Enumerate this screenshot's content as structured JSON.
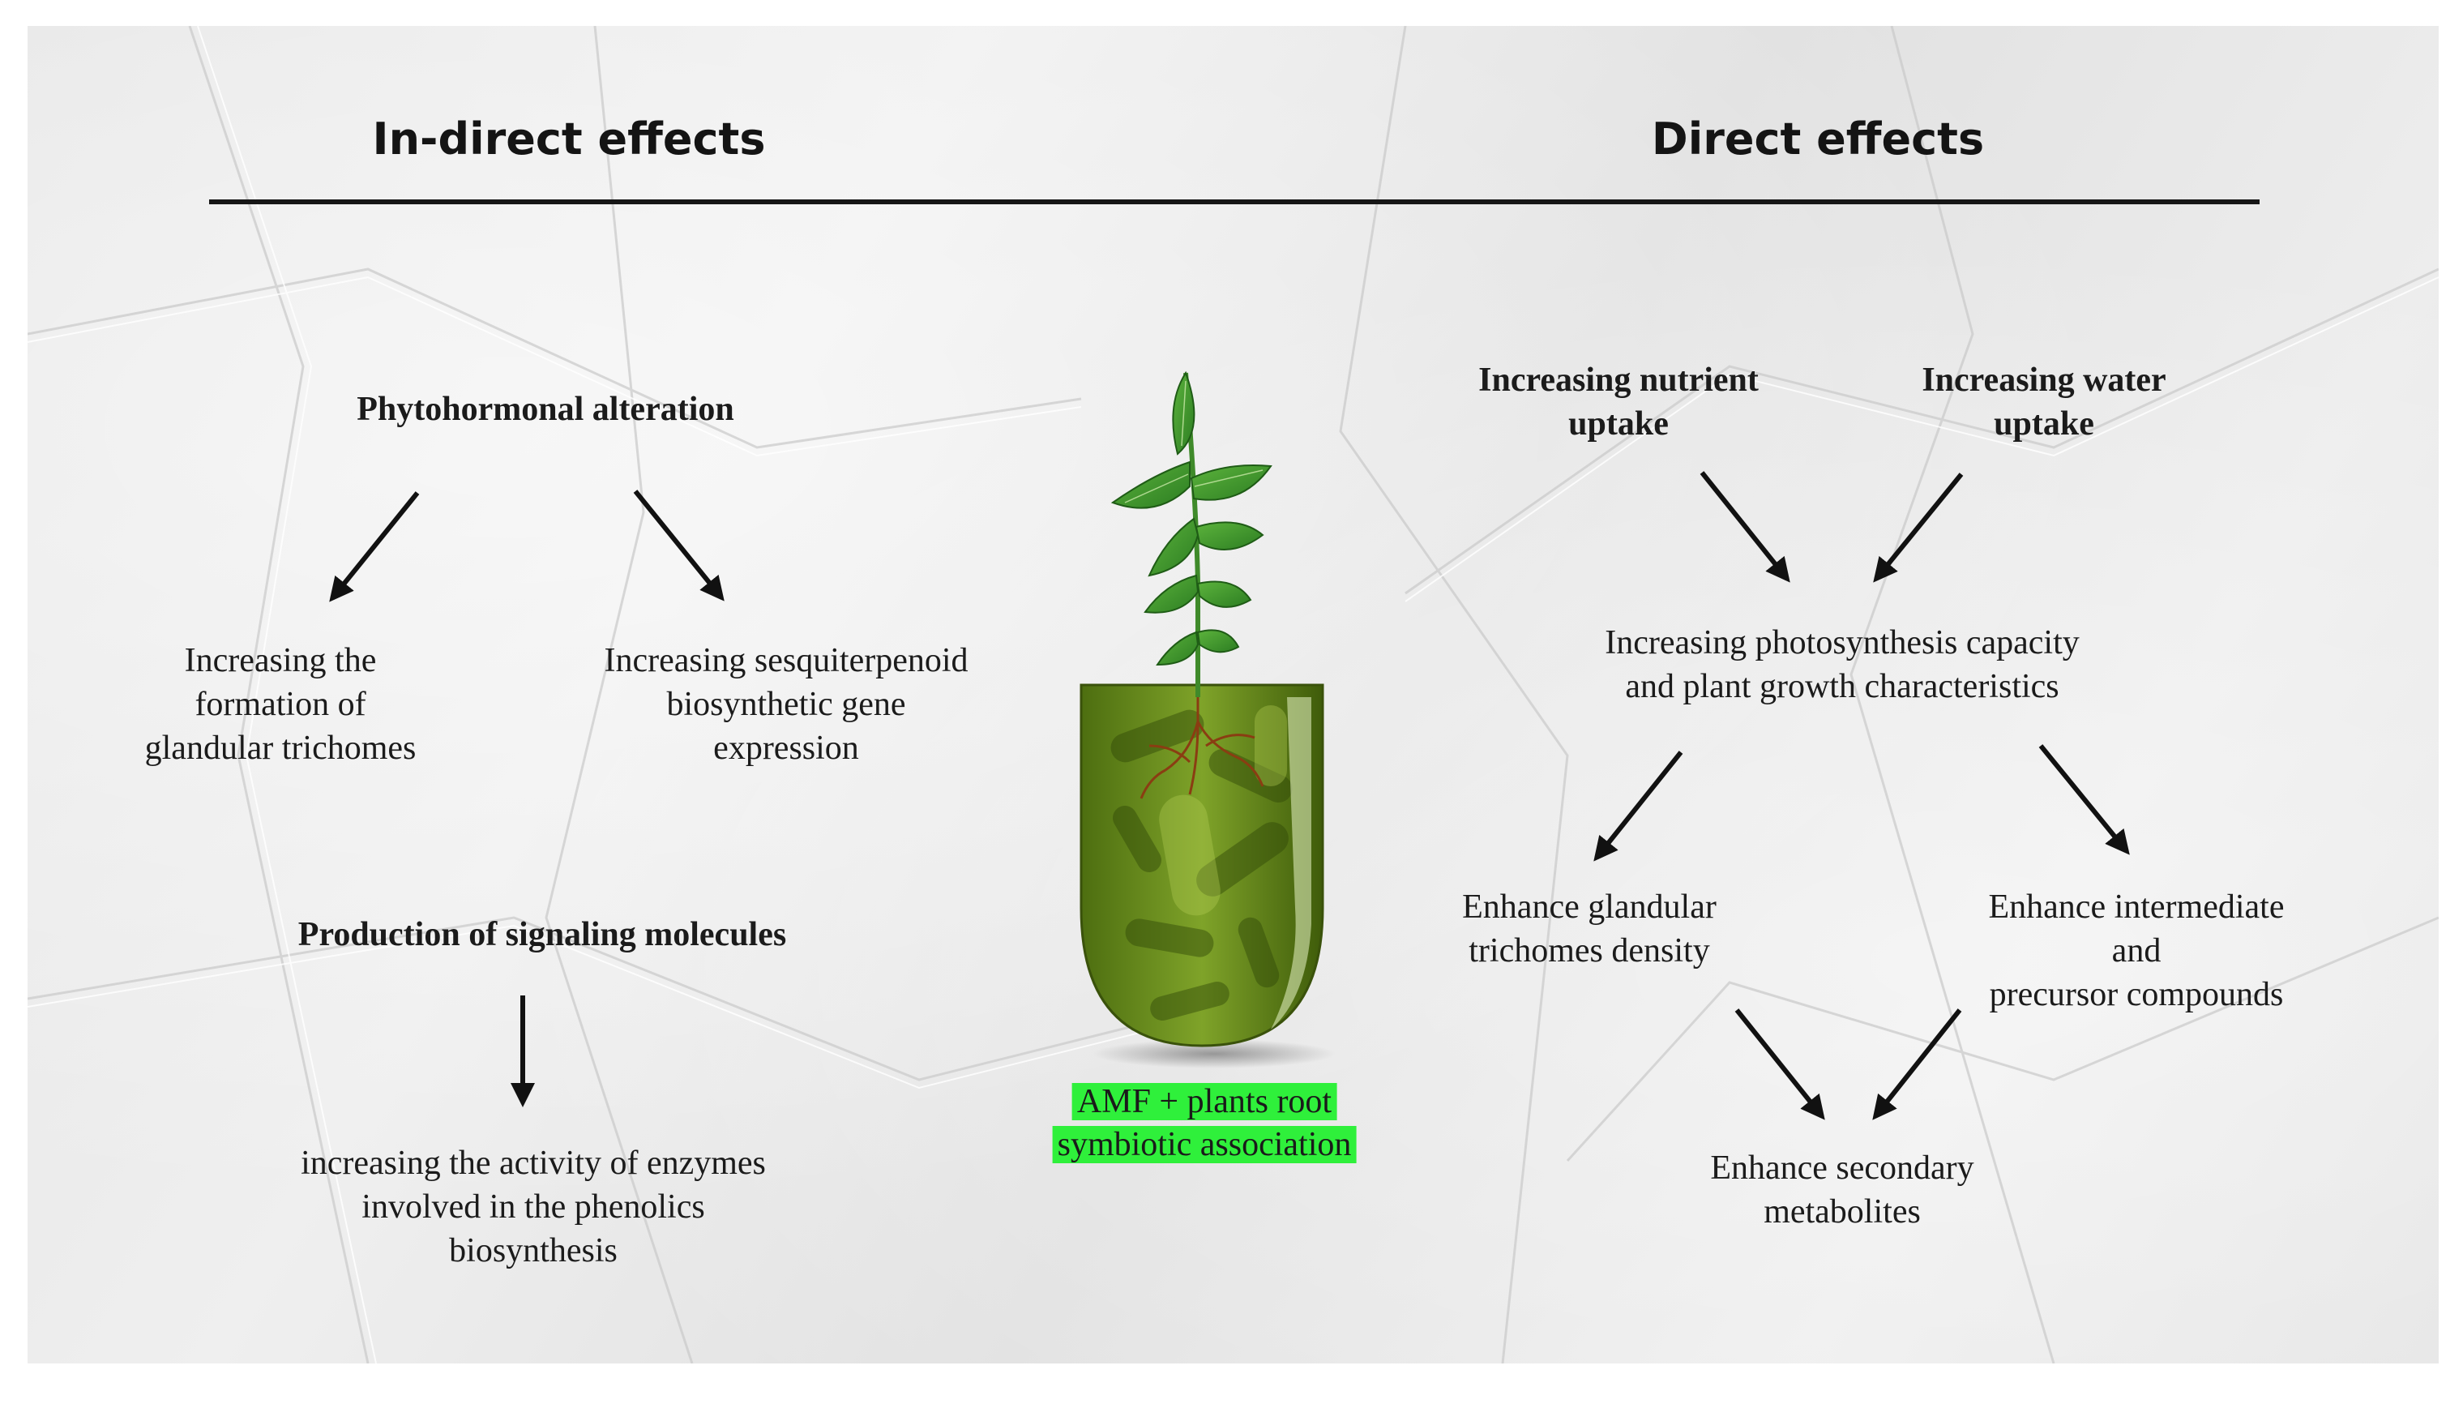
{
  "headers": {
    "indirect": "In-direct effects",
    "direct": "Direct effects"
  },
  "indirect": {
    "phytohormonal": "Phytohormonal alteration",
    "trichomes_formation": "Increasing the\nformation of\nglandular trichomes",
    "sesquiterpenoid": "Increasing sesquiterpenoid\nbiosynthetic gene\nexpression",
    "signaling": "Production of signaling molecules",
    "enzymes": "increasing the activity of enzymes\ninvolved in the phenolics\nbiosynthesis"
  },
  "center": {
    "caption_line1": "AMF + plants root",
    "caption_line2": "symbiotic association",
    "highlight_color": "#2ff03b"
  },
  "direct": {
    "nutrient": "Increasing nutrient\nuptake",
    "water": "Increasing water\nuptake",
    "photosynthesis": "Increasing photosynthesis capacity\nand plant growth characteristics",
    "trichome_density": "Enhance glandular\ntrichomes density",
    "intermediate": "Enhance intermediate and\nprecursor compounds",
    "secondary": "Enhance secondary\nmetabolites"
  }
}
